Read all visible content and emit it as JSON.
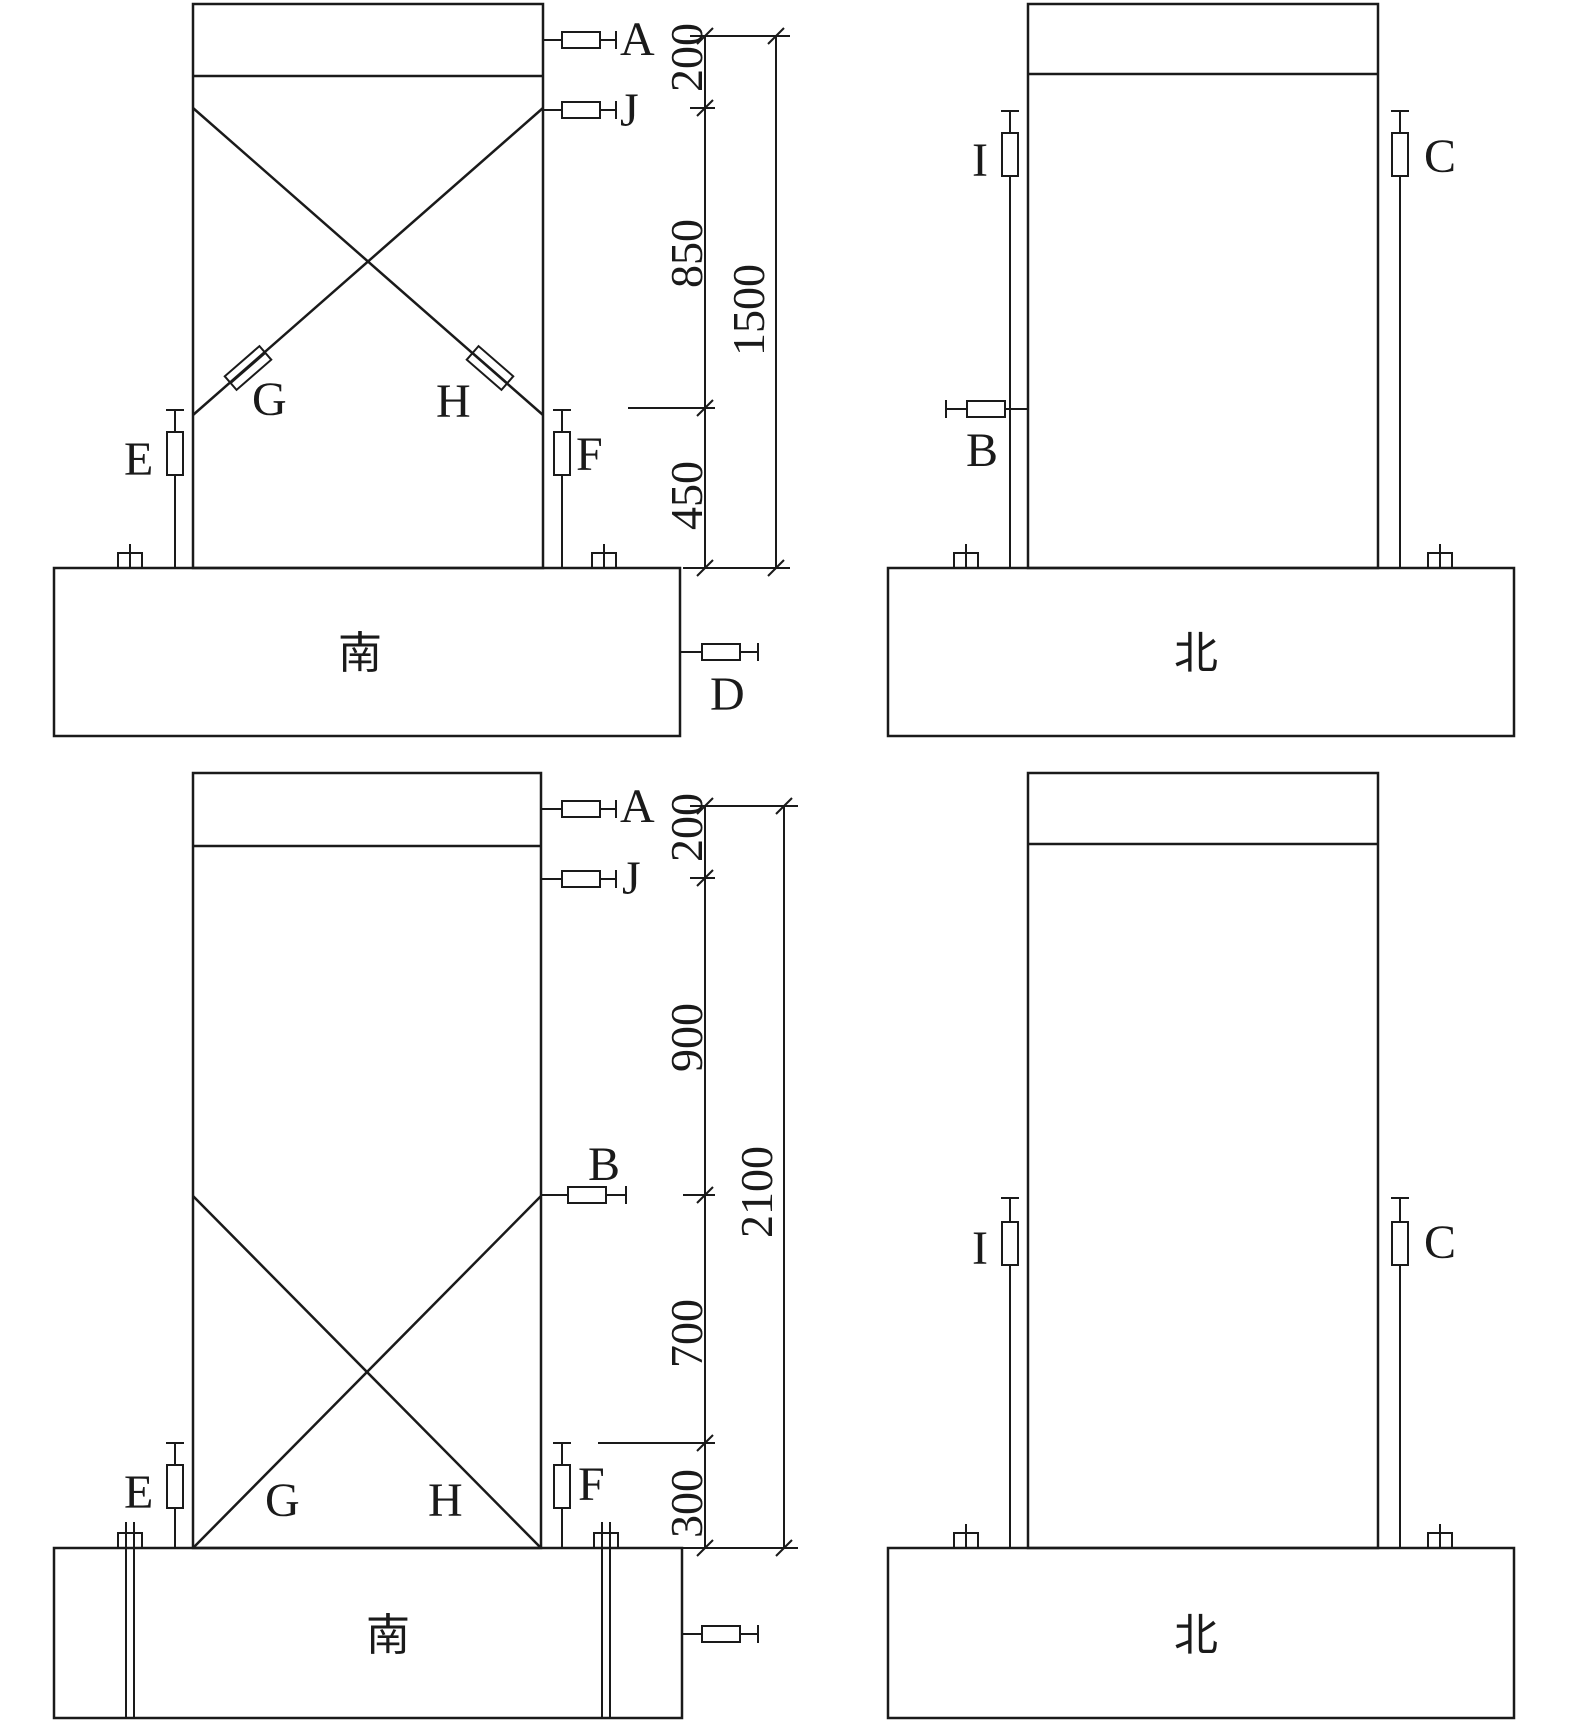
{
  "panels": {
    "top_south": {
      "base_label": "南",
      "sensors": [
        "A",
        "J",
        "G",
        "H",
        "E",
        "F",
        "D"
      ],
      "dims": [
        "200",
        "850",
        "450",
        "1500"
      ]
    },
    "top_north": {
      "base_label": "北",
      "sensors": [
        "I",
        "C",
        "B"
      ]
    },
    "bottom_south": {
      "base_label": "南",
      "sensors": [
        "A",
        "J",
        "B",
        "E",
        "F",
        "G",
        "H"
      ],
      "dims": [
        "200",
        "900",
        "700",
        "300",
        "2100"
      ]
    },
    "bottom_north": {
      "base_label": "北",
      "sensors": [
        "I",
        "C"
      ]
    }
  }
}
